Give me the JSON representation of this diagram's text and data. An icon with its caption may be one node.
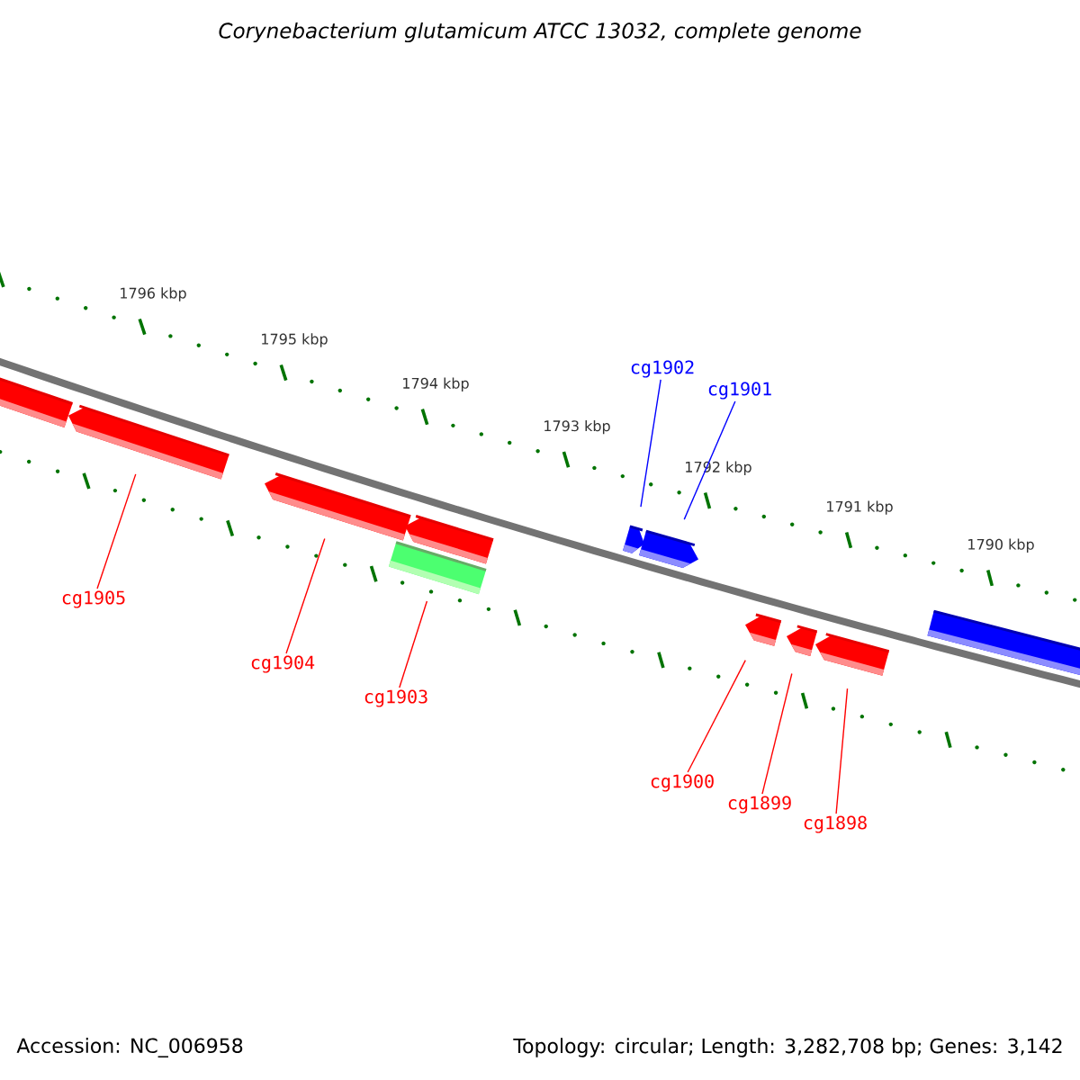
{
  "diagram": {
    "title": "Corynebacterium glutamicum ATCC 13032, complete genome",
    "nodes": [
      {
        "text": [],
        "shape": "arrow"
      },
      {
        "text": [],
        "shape": "arrow"
      },
      {
        "text": [],
        "shape": "arrow"
      },
      {
        "text": [],
        "shape": "arrow"
      },
      {
        "text": [],
        "shape": "box"
      },
      {
        "text": [],
        "shape": "arrow"
      },
      {
        "text": [],
        "shape": "arrow"
      },
      {
        "text": [],
        "shape": "arrow"
      },
      {
        "text": [],
        "shape": "arrow"
      },
      {
        "text": [],
        "shape": "arrow"
      },
      {
        "text": [],
        "shape": "arrow"
      },
      {
        "text": [
          "cg1905"
        ]
      },
      {
        "text": [
          "cg1904"
        ]
      },
      {
        "text": [
          "cg1903"
        ]
      },
      {
        "text": [
          "cg1902"
        ]
      },
      {
        "text": [
          "cg1901"
        ]
      },
      {
        "text": [
          "cg1900"
        ]
      },
      {
        "text": [
          "cg1899"
        ]
      },
      {
        "text": [
          "cg1898"
        ]
      }
    ],
    "edges": [
      {
        "from": 11,
        "to": 1,
        "arrow": "none"
      },
      {
        "from": 12,
        "to": 2,
        "arrow": "none"
      },
      {
        "from": 13,
        "to": 4,
        "arrow": "none"
      },
      {
        "from": 14,
        "to": 5,
        "arrow": "none",
        "color": "#0000ff"
      },
      {
        "from": 15,
        "to": 6,
        "arrow": "none",
        "color": "#0000ff"
      },
      {
        "from": 16,
        "to": 7,
        "arrow": "none"
      },
      {
        "from": 17,
        "to": 8,
        "arrow": "none"
      },
      {
        "from": 18,
        "to": 9,
        "arrow": "none"
      }
    ],
    "labels": [
      "1796 kbp",
      "1795 kbp",
      "1794 kbp",
      "1793 kbp",
      "1792 kbp",
      "1791 kbp",
      "1790 kbp",
      "Accession: NC_006958",
      "Topology: circular; Length: 3,282,708 bp; Genes: 3,142"
    ]
  }
}
